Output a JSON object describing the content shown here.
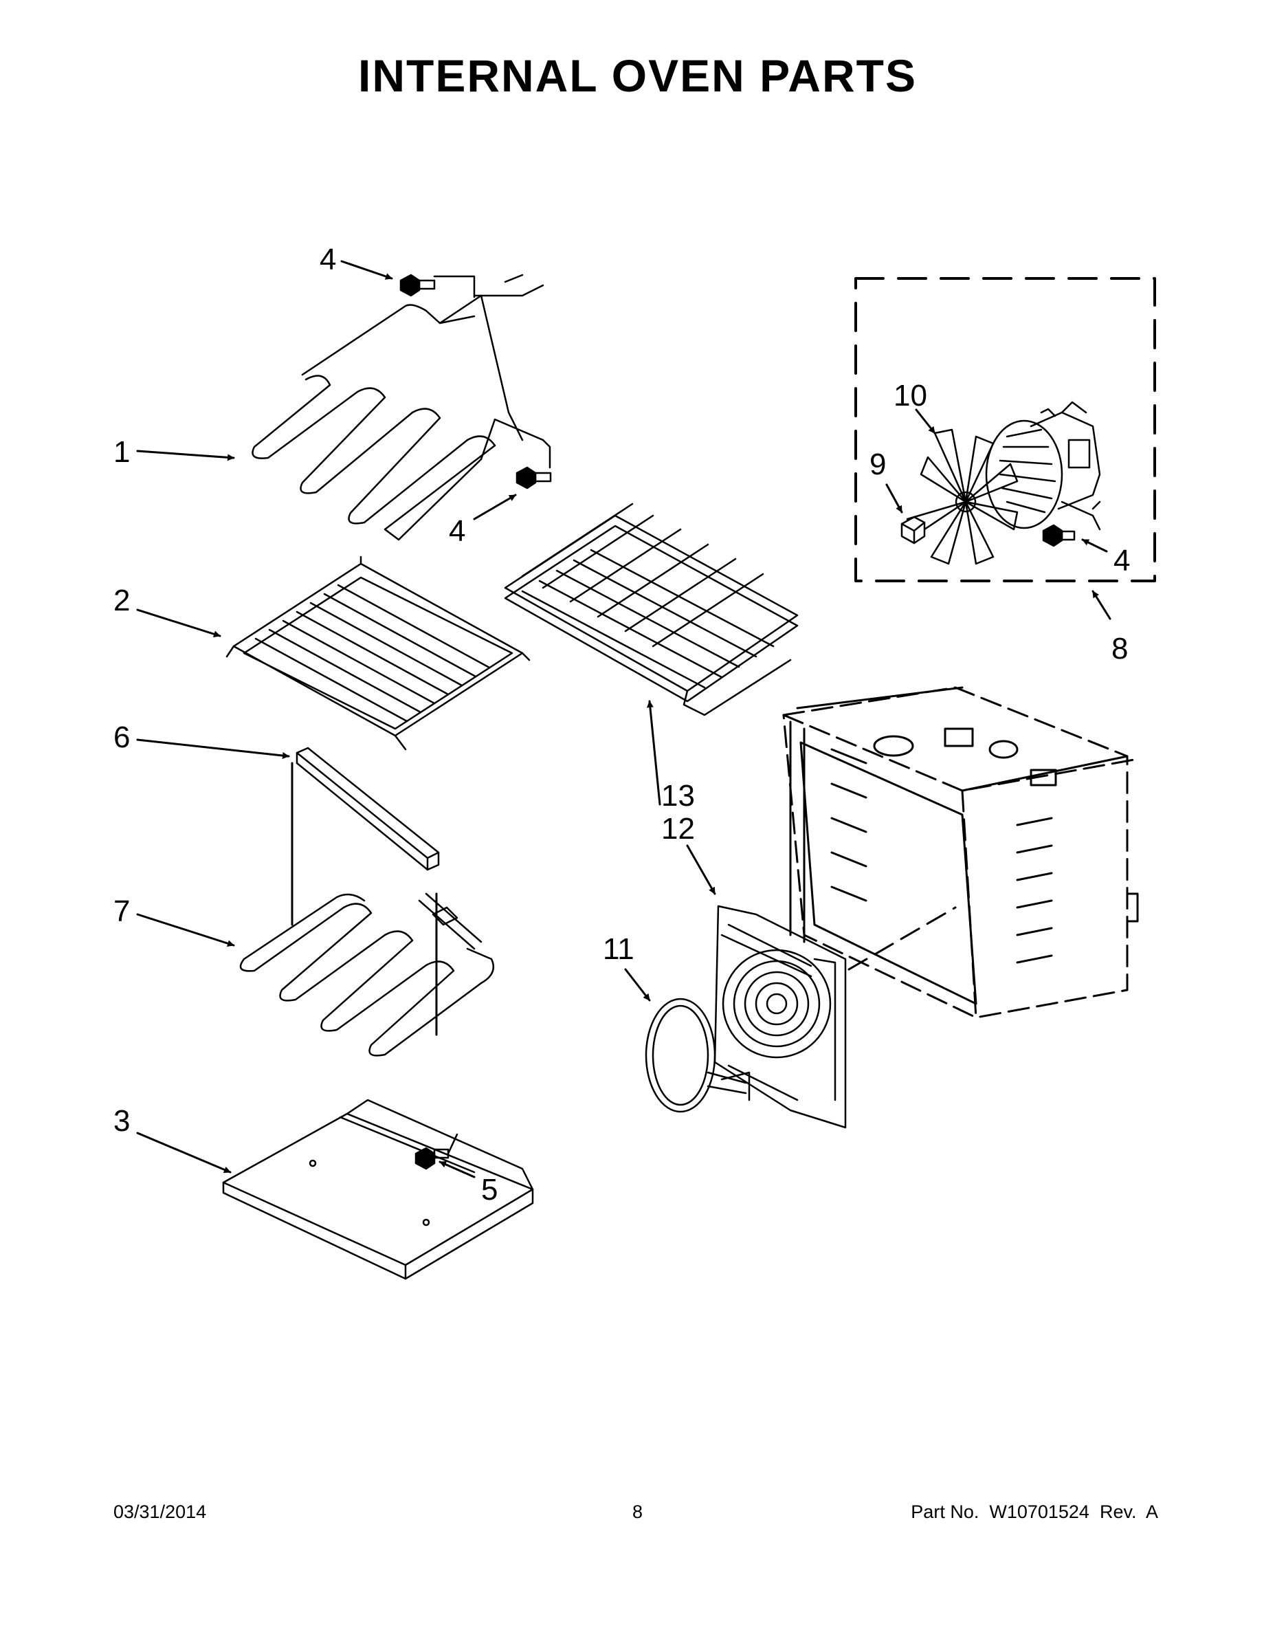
{
  "page": {
    "title": "INTERNAL OVEN PARTS"
  },
  "callouts": {
    "c1": "1",
    "c2": "2",
    "c3": "3",
    "c4a": "4",
    "c4b": "4",
    "c4c": "4",
    "c5": "5",
    "c6": "6",
    "c7": "7",
    "c8": "8",
    "c9": "9",
    "c10": "10",
    "c11": "11",
    "c12": "12",
    "c13": "13"
  },
  "footer": {
    "date": "03/31/2014",
    "page_number": "8",
    "part_number": "Part No.  W10701524  Rev.  A"
  }
}
